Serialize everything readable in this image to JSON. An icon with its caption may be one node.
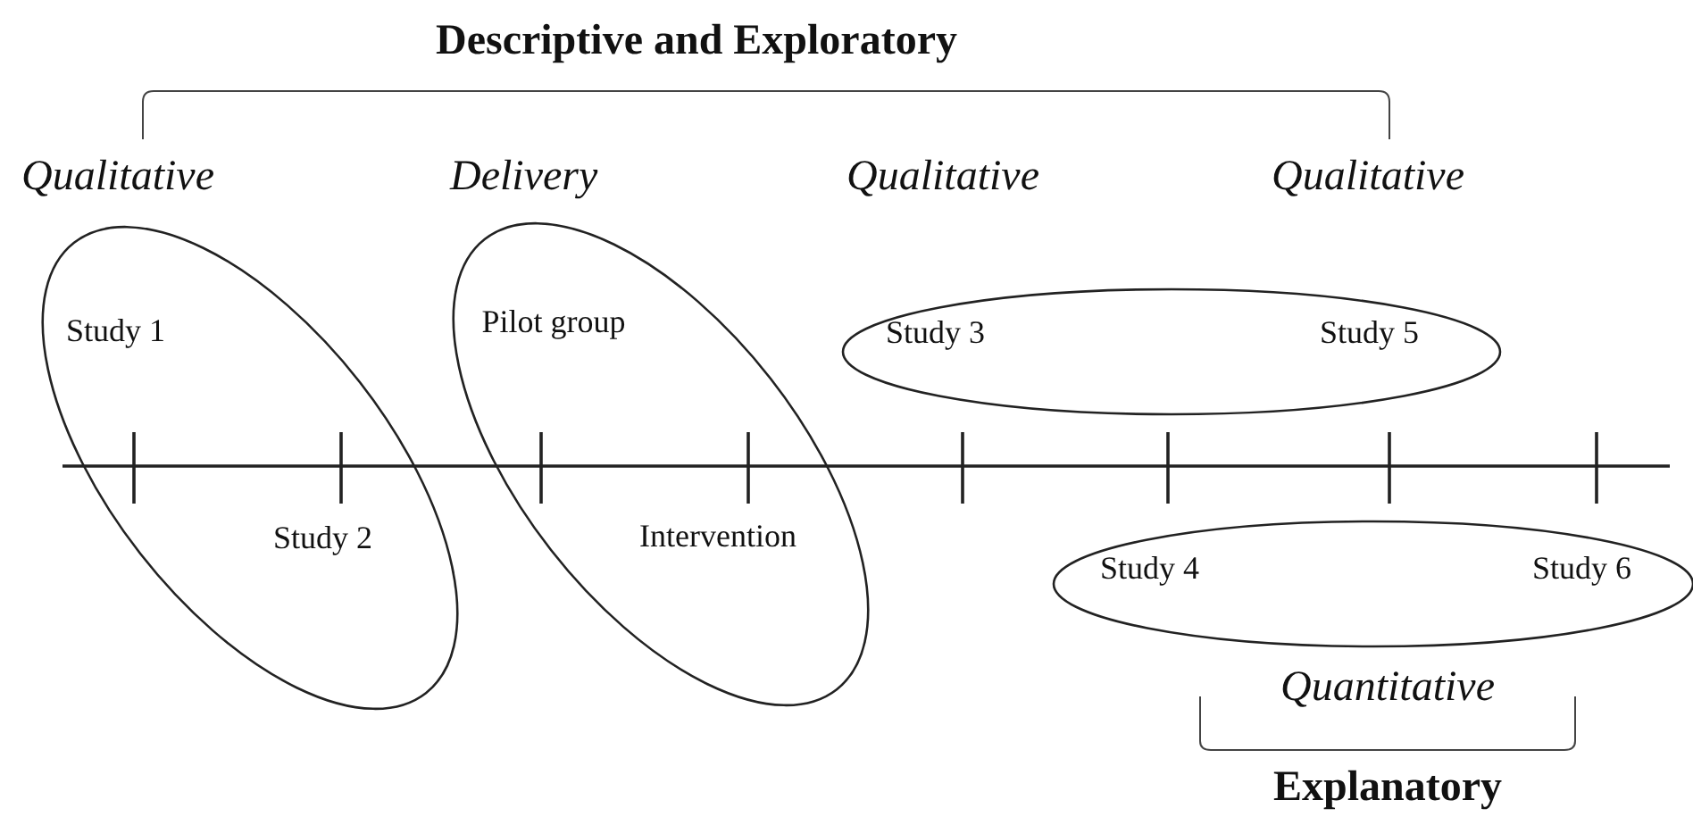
{
  "diagram": {
    "nodes": [
      {
        "text": [
          "Study 1",
          "Study 2"
        ]
      },
      {
        "text": [
          "Pilot group",
          "Intervention"
        ]
      },
      {
        "text": [
          "Study 3",
          "Study 5"
        ]
      },
      {
        "text": [
          "Study 4",
          "Study 6"
        ]
      }
    ],
    "labels": [
      "Descriptive and Exploratory",
      "Qualitative",
      "Delivery",
      "Qualitative",
      "Qualitative",
      "Quantitative",
      "Explanatory"
    ]
  }
}
